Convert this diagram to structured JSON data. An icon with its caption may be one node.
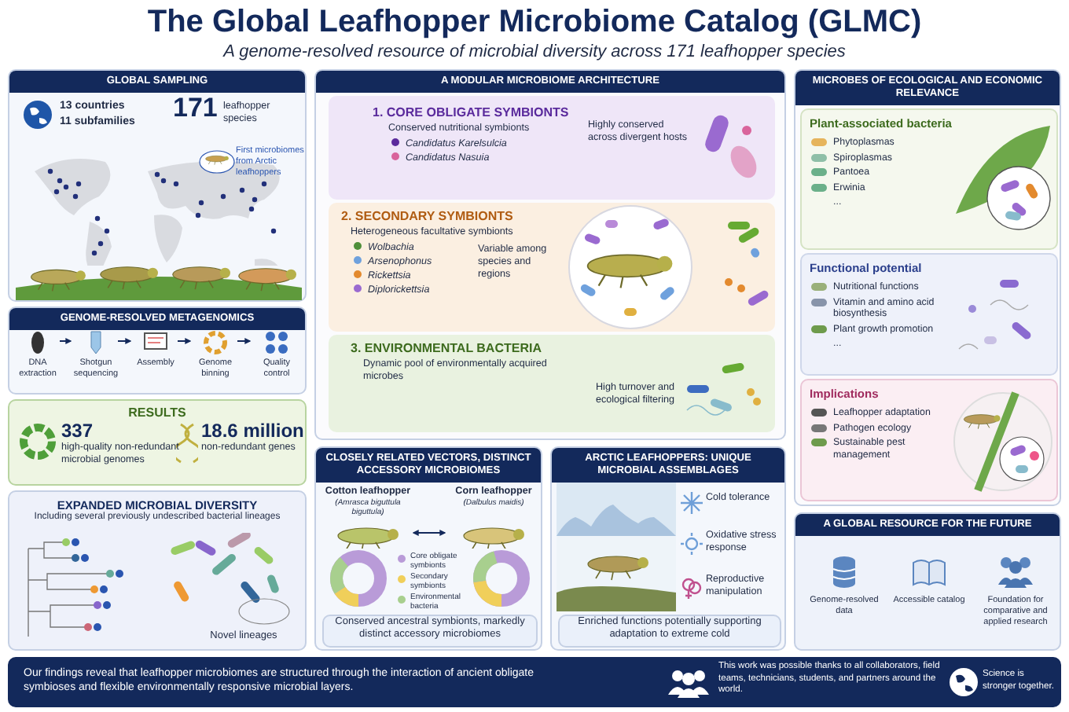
{
  "diagram": {
    "title": "The Global Leafhopper Microbiome Catalog (GLMC)",
    "nodes": [
      {
        "text": [
          "GLOBAL SAMPLING"
        ]
      },
      {
        "text": [
          "13 countries",
          "11 subfamilies"
        ],
        "in": 0
      },
      {
        "text": [
          "171",
          "leafhopper species"
        ],
        "in": 0
      },
      {
        "text": [
          "First microbiomes from Arctic leafhoppers"
        ],
        "in": 0
      },
      {
        "text": [
          "GENOME-RESOLVED METAGENOMICS"
        ]
      },
      {
        "text": [
          "DNA extraction"
        ],
        "in": 4
      },
      {
        "text": [
          "Shotgun sequencing"
        ],
        "in": 4
      },
      {
        "text": [
          "Assembly"
        ],
        "in": 4
      },
      {
        "text": [
          "Genome binning"
        ],
        "in": 4
      },
      {
        "text": [
          "Quality control"
        ],
        "in": 4
      },
      {
        "text": [
          "RESULTS"
        ]
      },
      {
        "text": [
          "337",
          "high-quality non-redundant microbial genomes"
        ],
        "in": 10
      },
      {
        "text": [
          "18.6 million",
          "non-redundant genes"
        ],
        "in": 10
      },
      {
        "text": [
          "EXPANDED MICROBIAL DIVERSITY",
          "Including several previously undescribed bacterial lineages"
        ]
      },
      {
        "text": [
          "Novel lineages"
        ],
        "in": 13
      },
      {
        "text": [
          "A MODULAR MICROBIOME ARCHITECTURE"
        ]
      },
      {
        "text": [
          "1. CORE OBLIGATE SYMBIONTS",
          "Conserved nutritional symbionts",
          "Candidatus Karelsulcia",
          "Candidatus Nasuia",
          "Highly conserved across divergent hosts"
        ],
        "in": 15
      },
      {
        "text": [
          "2. SECONDARY SYMBIONTS",
          "Heterogeneous facultative symbionts",
          "Wolbachia",
          "Arsenophonus",
          "Rickettsia",
          "Diplorickettsia",
          "Variable among species and regions"
        ],
        "in": 15
      },
      {
        "text": [
          "3. ENVIRONMENTAL BACTERIA",
          "Dynamic pool of environmentally acquired microbes",
          "High turnover and ecological filtering"
        ],
        "in": 15
      },
      {
        "text": [
          "CLOSELY RELATED VECTORS, DISTINCT ACCESSORY MICROBIOMES"
        ]
      },
      {
        "text": [
          "Cotton leafhopper",
          "(Amrasca biguttula biguttula)"
        ],
        "in": 19
      },
      {
        "text": [
          "Corn leafhopper",
          "(Dalbulus maidis)"
        ],
        "in": 19
      },
      {
        "text": [
          "Conserved ancestral symbionts, markedly distinct accessory microbiomes"
        ],
        "in": 19
      },
      {
        "text": [
          "ARCTIC LEAFHOPPERS: UNIQUE MICROBIAL ASSEMBLAGES"
        ]
      },
      {
        "text": [
          "Cold tolerance"
        ],
        "in": 23
      },
      {
        "text": [
          "Oxidative stress response"
        ],
        "in": 23
      },
      {
        "text": [
          "Reproductive manipulation"
        ],
        "in": 23
      },
      {
        "text": [
          "Enriched functions potentially supporting adaptation to extreme cold"
        ],
        "in": 23
      },
      {
        "text": [
          "MICROBES OF ECOLOGICAL AND ECONOMIC RELEVANCE"
        ]
      },
      {
        "text": [
          "Plant-associated bacteria",
          "Phytoplasmas",
          "Spiroplasmas",
          "Pantoea",
          "Erwinia",
          "..."
        ],
        "in": 28
      },
      {
        "text": [
          "Functional potential",
          "Nutritional functions",
          "Vitamin and amino acid biosynthesis",
          "Plant growth promotion",
          "..."
        ],
        "in": 28
      },
      {
        "text": [
          "Implications",
          "Leafhopper adaptation",
          "Pathogen ecology",
          "Sustainable pest management"
        ],
        "in": 28
      },
      {
        "text": [
          "A GLOBAL RESOURCE FOR THE FUTURE"
        ]
      },
      {
        "text": [
          "Genome-resolved data"
        ],
        "in": 32
      },
      {
        "text": [
          "Accessible catalog"
        ],
        "in": 32
      },
      {
        "text": [
          "Foundation for comparative and applied research"
        ],
        "in": 32
      },
      {
        "text": [
          "Our findings reveal that leafhopper microbiomes are structured through the interaction of ancient obligate symbioses and flexible environmentally responsive microbial layers.",
          "This work was possible thanks to all collaborators, field teams, technicians, students, and partners around the world.",
          "Science is stronger together."
        ]
      }
    ],
    "edges": [
      {
        "from": 5,
        "to": 6,
        "arrow": "to"
      },
      {
        "from": 6,
        "to": 7,
        "arrow": "to"
      },
      {
        "from": 7,
        "to": 8,
        "arrow": "to"
      },
      {
        "from": 8,
        "to": 9,
        "arrow": "to"
      },
      {
        "from": 20,
        "to": 21,
        "arrow": "both"
      }
    ],
    "labels": [
      "A genome-resolved resource of microbial diversity across 171 leafhopper species"
    ],
    "legend": [
      {
        "text": "Core obligate symbionts",
        "color": "#b99bd8"
      },
      {
        "text": "Secondary symbionts",
        "color": "#f0cf5a"
      },
      {
        "text": "Environmental bacteria",
        "color": "#a8cf8e"
      }
    ]
  }
}
